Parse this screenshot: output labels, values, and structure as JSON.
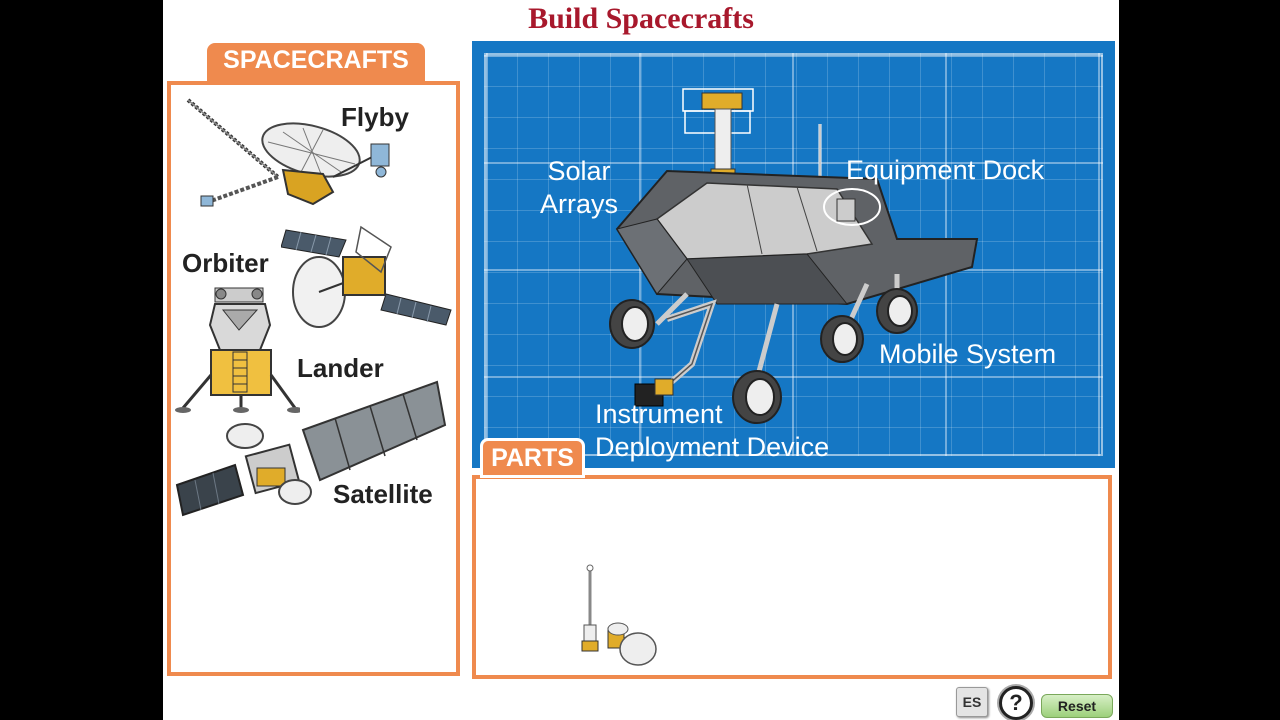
{
  "title": "Build Spacecrafts",
  "spacecrafts": {
    "tab_label": "SPACECRAFTS",
    "items": [
      {
        "label": "Flyby"
      },
      {
        "label": "Orbiter"
      },
      {
        "label": "Lander"
      },
      {
        "label": "Satellite"
      }
    ]
  },
  "blueprint": {
    "labels": {
      "solar_line1": "Solar",
      "solar_line2": "Arrays",
      "dock": "Equipment Dock",
      "mobile": "Mobile System",
      "idd_line1": "Instrument",
      "idd_line2": "Deployment Device"
    }
  },
  "parts": {
    "tab_label": "PARTS"
  },
  "buttons": {
    "language": "ES",
    "help": "?",
    "reset": "Reset"
  },
  "colors": {
    "accent_orange": "#ef8a4e",
    "blueprint_blue": "#1577c4",
    "title_red": "#a8182c"
  }
}
